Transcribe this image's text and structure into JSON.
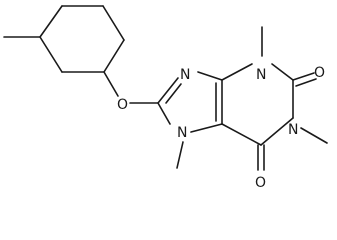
{
  "molecule": {
    "atoms": {
      "n9": "N",
      "n3": "N",
      "n1": "N",
      "n7": "N",
      "o_ether": "O",
      "o2": "O",
      "o6": "O"
    }
  }
}
